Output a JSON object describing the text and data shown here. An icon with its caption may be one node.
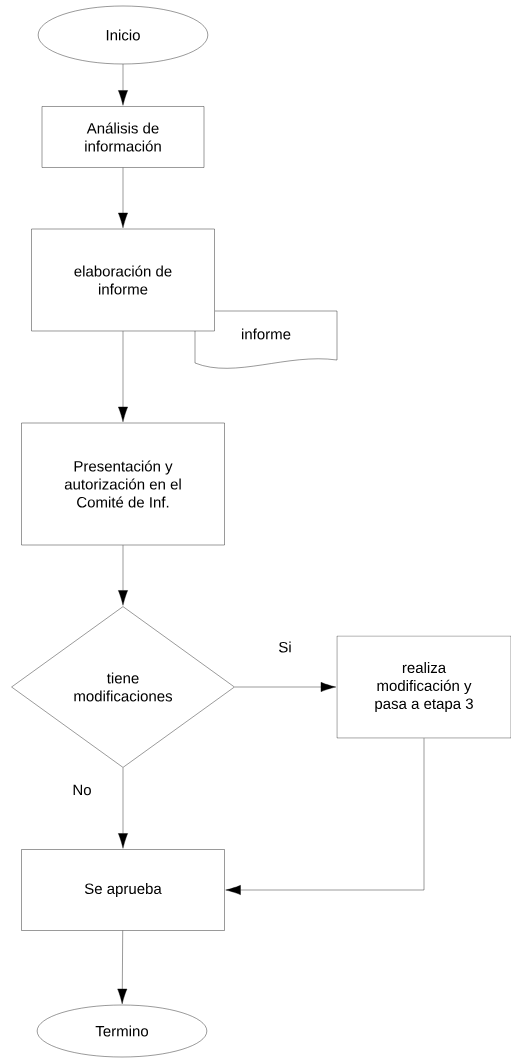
{
  "diagram": {
    "nodes": [
      {
        "text": [
          "Inicio"
        ]
      },
      {
        "text": [
          "Análisis de información"
        ]
      },
      {
        "text": [
          "elaboración de informe"
        ]
      },
      {
        "text": [
          "informe"
        ]
      },
      {
        "text": [
          "Presentación y autorización en el Comité de Inf."
        ]
      },
      {
        "text": [
          "tiene modificaciones"
        ]
      },
      {
        "text": [
          "realiza modificación y pasa a etapa 3"
        ]
      },
      {
        "text": [
          "Se aprueba"
        ]
      },
      {
        "text": [
          "Termino"
        ]
      }
    ],
    "edges": [
      {
        "from": 0,
        "to": 1,
        "arrow": "to"
      },
      {
        "from": 1,
        "to": 2,
        "arrow": "to"
      },
      {
        "from": 2,
        "to": 4,
        "arrow": "to"
      },
      {
        "from": 4,
        "to": 5,
        "arrow": "to"
      },
      {
        "from": 5,
        "to": 6,
        "arrow": "to",
        "label": "Si"
      },
      {
        "from": 5,
        "to": 7,
        "arrow": "to",
        "label": "No"
      },
      {
        "from": 6,
        "to": 7,
        "arrow": "to"
      },
      {
        "from": 7,
        "to": 8,
        "arrow": "to"
      }
    ]
  }
}
